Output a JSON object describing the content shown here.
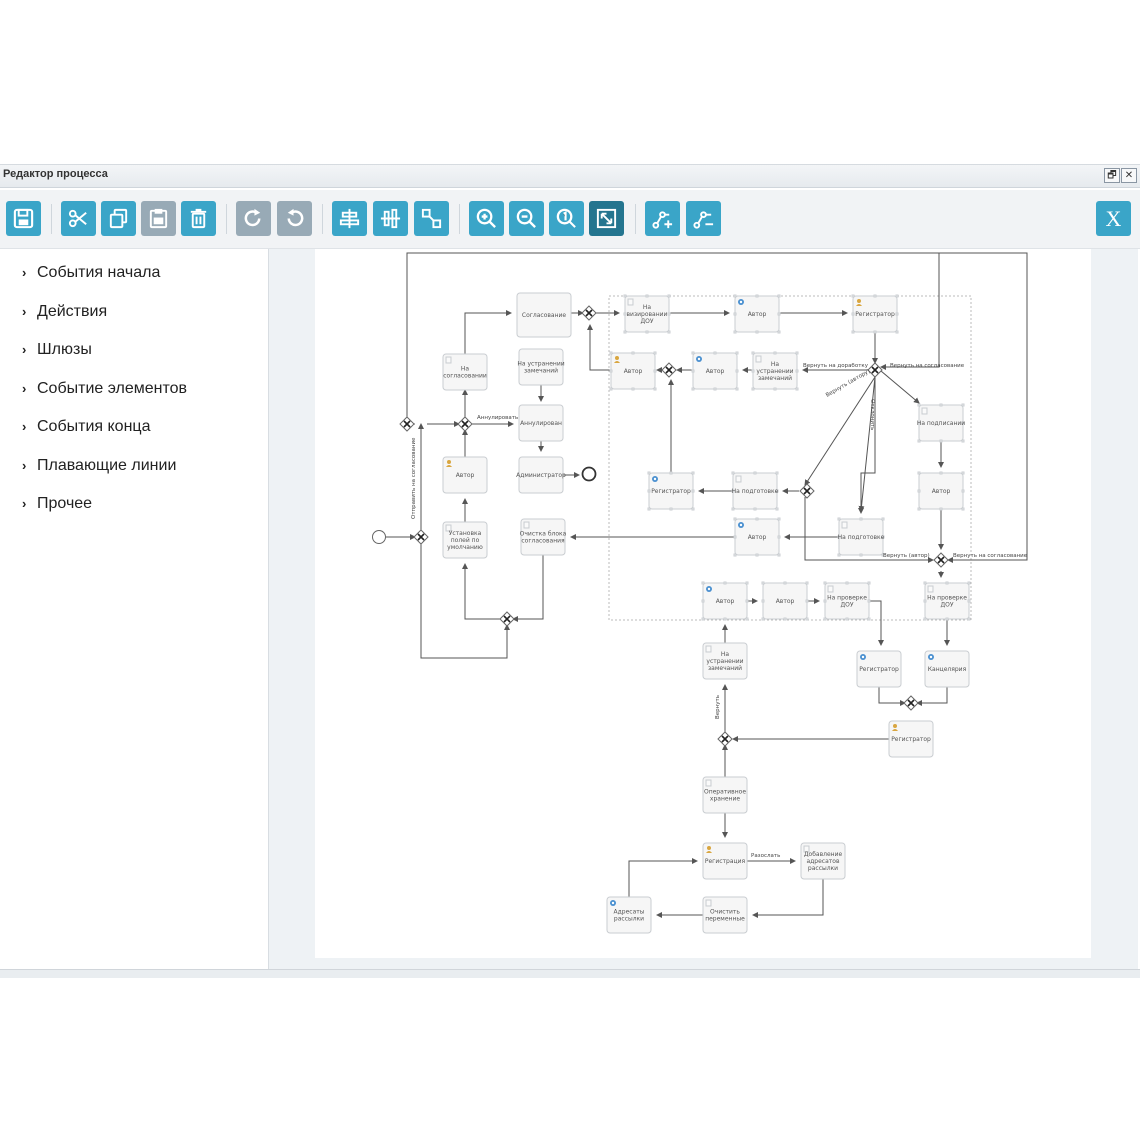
{
  "window": {
    "title": "Редактор процесса",
    "btn_restore": "🗗",
    "btn_close": "✕"
  },
  "toolbar": {
    "close_label": "X",
    "buttons": [
      "save",
      "cut",
      "copy",
      "paste",
      "delete",
      "redo",
      "undo",
      "align-center",
      "align-middle",
      "resize",
      "zoom-in",
      "zoom-out",
      "zoom-actual",
      "fit",
      "add-waypoint",
      "remove-waypoint"
    ]
  },
  "sidebar": {
    "items": [
      {
        "label": "События начала"
      },
      {
        "label": "Действия"
      },
      {
        "label": "Шлюзы"
      },
      {
        "label": "Событие элементов"
      },
      {
        "label": "События конца"
      },
      {
        "label": "Плавающие линии"
      },
      {
        "label": "Прочее"
      }
    ]
  },
  "diagram": {
    "nodes": {
      "n_soglasovanie": [
        "Согласование"
      ],
      "n_na_soglas": [
        "На",
        "согласовании"
      ],
      "n_na_ustr1": [
        "На устранении",
        "замечаний"
      ],
      "n_annul": [
        "Аннулирован"
      ],
      "n_avtor1": [
        "Автор"
      ],
      "n_admin": [
        "Администратор"
      ],
      "n_ustanovka": [
        "Установка",
        "полей по",
        "умолчанию"
      ],
      "n_ochistka": [
        "Очистка блока",
        "согласования"
      ],
      "n_na_vizir": [
        "На",
        "визировании",
        "ДОУ"
      ],
      "n_avtor_top": [
        "Автор"
      ],
      "n_registr_top": [
        "Регистратор"
      ],
      "n_avtor_l": [
        "Автор"
      ],
      "n_avtor_m": [
        "Автор"
      ],
      "n_na_ustr2": [
        "На",
        "устранении",
        "замечаний"
      ],
      "n_na_podp_r": [
        "На подписании"
      ],
      "n_avtor_r": [
        "Автор"
      ],
      "n_registr_mid": [
        "Регистратор"
      ],
      "n_na_podgot1": [
        "На подготовке"
      ],
      "n_avtor_mid2": [
        "Автор"
      ],
      "n_na_podgot2": [
        "На подготовке"
      ],
      "n_avtor_b1": [
        "Автор"
      ],
      "n_avtor_b2": [
        "Автор"
      ],
      "n_na_prov1": [
        "На проверке",
        "ДОУ"
      ],
      "n_na_prov2": [
        "На проверке",
        "ДОУ"
      ],
      "n_na_ustr3": [
        "На",
        "устранении",
        "замечаний"
      ],
      "n_registr_b": [
        "Регистратор"
      ],
      "n_kancel": [
        "Канцелярия"
      ],
      "n_registr_b2": [
        "Регистратор"
      ],
      "n_operativ": [
        "Оперативное",
        "хранение"
      ],
      "n_registr_c": [
        "Регистрация"
      ],
      "n_dobavl": [
        "Добавление",
        "адресатов",
        "рассылки"
      ],
      "n_adresaty": [
        "Адресаты",
        "рассылки"
      ],
      "n_ochist_per": [
        "Очистить",
        "переменные"
      ]
    },
    "edge_labels": {
      "annul": "Аннулировать",
      "otpravit": "Отправить на согласование",
      "vernut_dorab": "Вернуть на доработку",
      "vernut_soglas": "Вернуть на согласование",
      "vernut_avtoru": "Вернуть (автору)",
      "otklonit": "Отклонить",
      "vernut_avtor2": "Вернуть (автор)",
      "vernut_soglas2": "Вернуть на согласование",
      "vernut": "Вернуть",
      "razoslat": "Разослать"
    }
  }
}
